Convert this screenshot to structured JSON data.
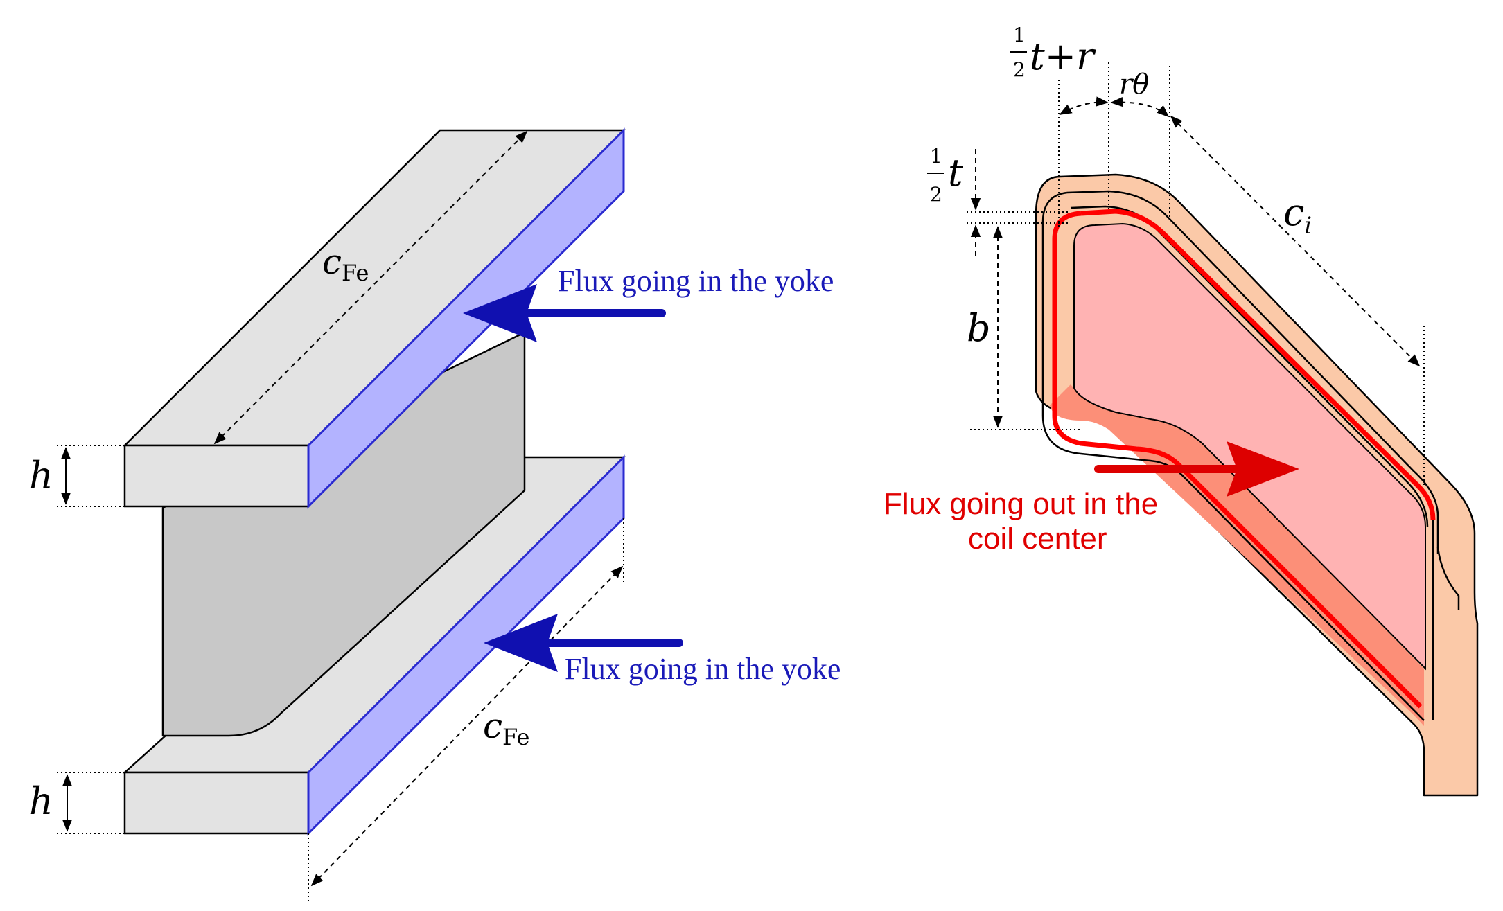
{
  "labels": {
    "yoke_length_top": "c",
    "yoke_length_top_sub": "Fe",
    "yoke_length_bottom": "c",
    "yoke_length_bottom_sub": "Fe",
    "flange_height_top": "h",
    "flange_height_bottom": "h",
    "flux_yoke_top": "Flux going in the yoke",
    "flux_yoke_bottom": "Flux going in the yoke",
    "half_t_plus_r_frac": "1",
    "half_t_plus_r_den": "2",
    "half_t_plus_r_expr": "t+r",
    "r_theta": "rθ",
    "half_t_frac": "1",
    "half_t_den": "2",
    "half_t_var": "t",
    "c_i": "c",
    "c_i_sub": "i",
    "b": "b",
    "flux_coil_line1": "Flux going out in the",
    "flux_coil_line2": "coil center"
  },
  "colors": {
    "yoke_face": "#b3b3ff",
    "yoke_edge": "#2a2ad0",
    "steel_light": "#e3e3e3",
    "steel_web": "#c8c8c8",
    "arrow_blue": "#1010b0",
    "coil_outer": "#fbc9a8",
    "coil_inner": "#ffb3b3",
    "coil_lower": "#fc8f78",
    "coil_line": "#ff0000",
    "arrow_red": "#dd0000"
  }
}
